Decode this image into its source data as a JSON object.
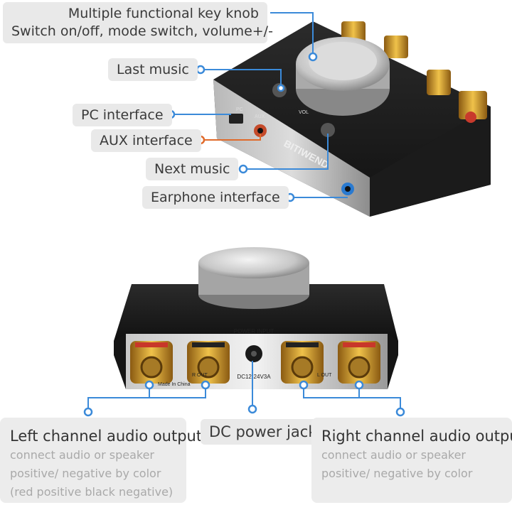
{
  "callouts": {
    "knob_line1": "Multiple functional key knob",
    "knob_line2": "Switch on/off, mode switch, volume+/-",
    "last_music": "Last music",
    "pc_interface": "PC interface",
    "aux_interface": "AUX interface",
    "next_music": "Next music",
    "earphone": "Earphone interface",
    "dc_jack": "DC power jack"
  },
  "left_output": {
    "title": "Left channel audio output",
    "desc1": "connect audio or speaker",
    "desc2": "positive/ negative by color",
    "desc3": "(red positive black negative)"
  },
  "right_output": {
    "title": "Right channel audio output",
    "desc1": "connect audio or speaker",
    "desc2": "positive/ negative by color"
  },
  "device_text": {
    "brand": "BITIWEND",
    "aux": "AUX",
    "pc": "PC",
    "vol": "VOL",
    "power_input": "POWER INPUT",
    "dc_spec": "DC12-24V3A",
    "r_out": "R OUT",
    "l_out": "L OUT",
    "made_in": "Made In China"
  },
  "colors": {
    "accent": "#3b8ad9",
    "accent_orange": "#e06a2a",
    "label_bg": "#e9e9e9"
  }
}
